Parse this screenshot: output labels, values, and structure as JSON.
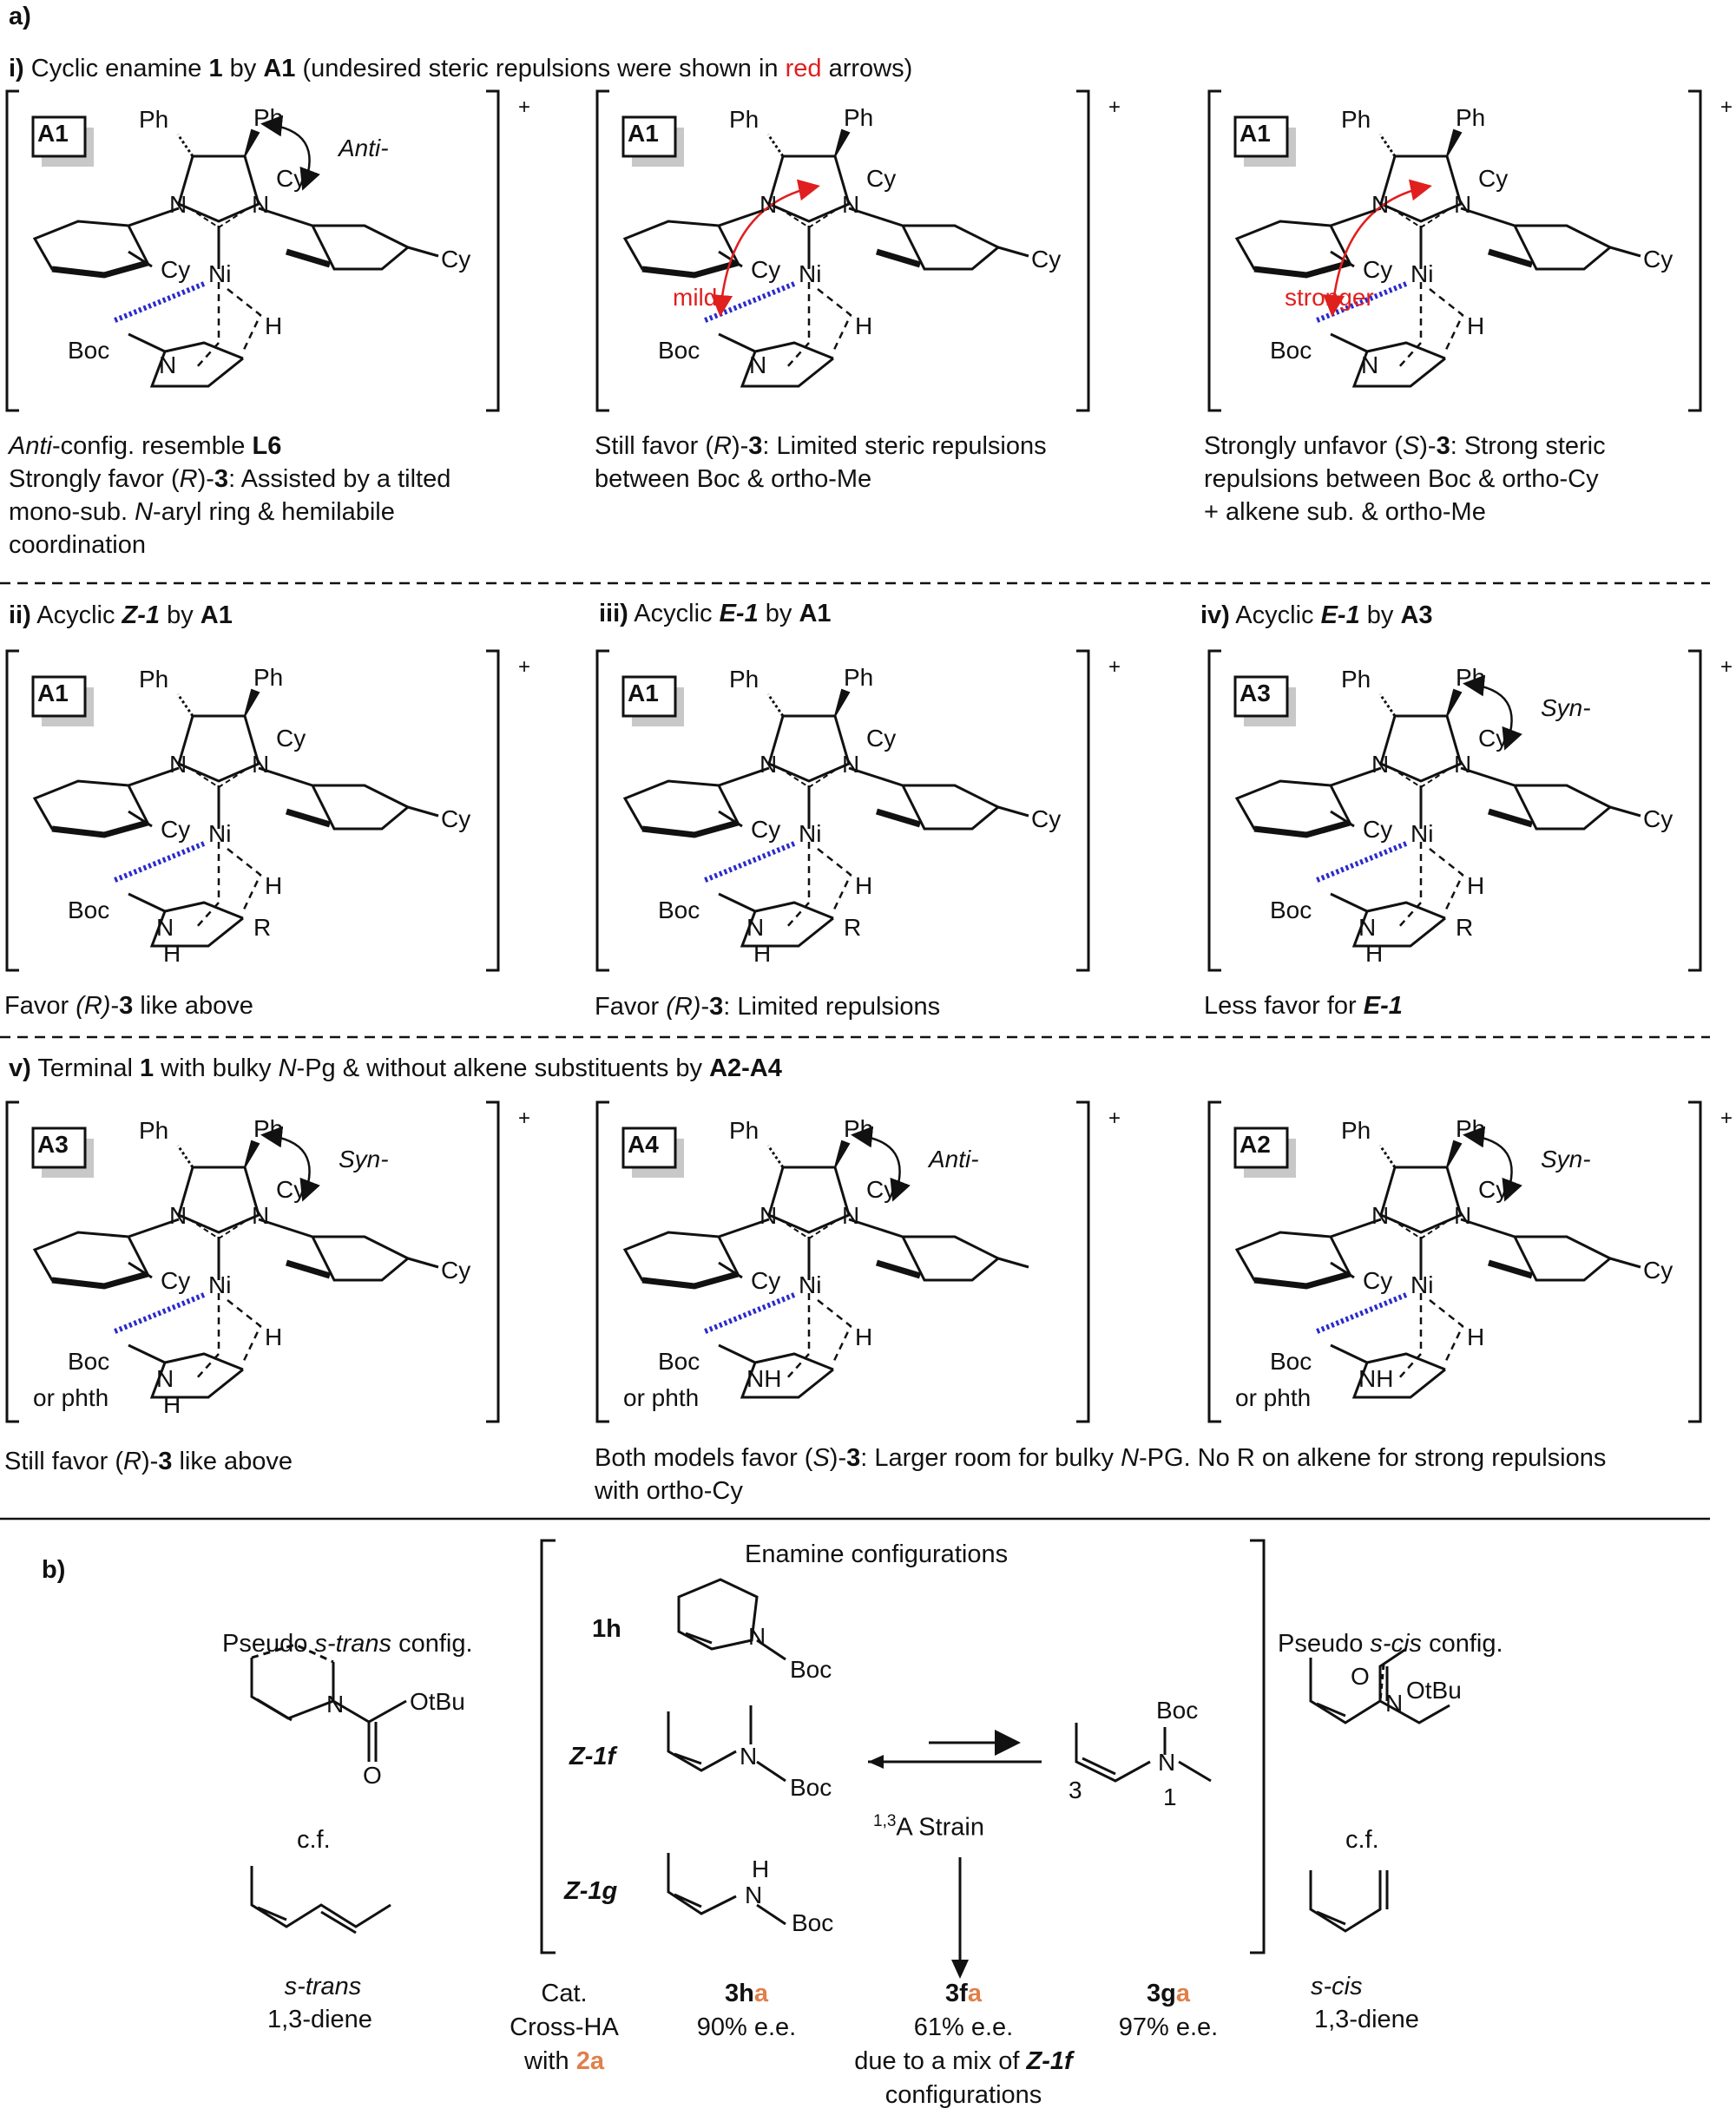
{
  "part_a": {
    "label": "a)",
    "section_i": {
      "num": "i)",
      "text_pre": " Cyclic enamine ",
      "b1": "1",
      "by": " by ",
      "a1": "A1",
      "text_mid": " (undesired steric repulsions were shown in ",
      "red_word": "red",
      "text_end": " arrows)"
    },
    "captions_i": [
      {
        "l1_it": "Anti",
        "l1_rest": "-config. resemble ",
        "l1_b": "L6",
        "l2": "Strongly favor (",
        "l2_it": "R",
        "l2_rest": ")-",
        "l2_b": "3",
        "l2_end": ": Assisted by a tilted",
        "l3_pre": "mono-sub. ",
        "l3_it": "N",
        "l3_rest": "-aryl ring & hemilabile",
        "l4": "coordination"
      },
      {
        "l1": "Still favor (",
        "l1_it": "R",
        "l1_rest": ")-",
        "l1_b": "3",
        "l1_end": ":  Limited steric repulsions",
        "l2": "between Boc & ortho-Me"
      },
      {
        "l1": "Strongly unfavor (",
        "l1_it": "S",
        "l1_rest": ")-",
        "l1_b": "3",
        "l1_end": ": Strong steric",
        "l2": "repulsions between Boc & ortho-Cy",
        "l3": "+ alkene sub. & ortho-Me"
      }
    ],
    "section_ii": {
      "num": "ii)",
      "text": " Acyclic ",
      "b": "Z-1",
      "by": " by ",
      "cat": "A1"
    },
    "section_iii": {
      "num": "iii)",
      "text": " Acyclic ",
      "b": "E-1",
      "by": " by ",
      "cat": "A1"
    },
    "section_iv": {
      "num": "iv)",
      "text": " Acyclic ",
      "b": "E-1",
      "by": " by ",
      "cat": "A3"
    },
    "captions_row2": [
      {
        "pre": "Favor ",
        "it": "(R)",
        "mid": "-",
        "b": "3",
        "end": " like above"
      },
      {
        "pre": "Favor ",
        "it": "(R)",
        "mid": "-",
        "b": "3",
        "end": ": Limited repulsions"
      },
      {
        "pre": "Less favor for ",
        "b": "E-1"
      }
    ],
    "section_v": {
      "num": "v)",
      "text": " Terminal ",
      "b": "1",
      "rest": " with bulky ",
      "it": "N",
      "rest2": "-Pg & without alkene substituents by ",
      "cat": "A2-A4"
    },
    "captions_row3": [
      {
        "pre": "Still favor (",
        "it": "R",
        "mid": ")-",
        "b": "3",
        "end": " like above"
      },
      {
        "l1": "Both models favor (",
        "l1_it": "S",
        "l1_mid": ")-",
        "l1_b": "3",
        "l1_rest": ": Larger room for bulky ",
        "l1_it2": "N",
        "l1_end": "-PG. No R on alkene for strong repulsions",
        "l2": "with ortho-Cy"
      }
    ],
    "panels": [
      {
        "cat": "A1",
        "ph1": "Ph",
        "ph2": "Ph",
        "n1": "N",
        "n2": "N",
        "ni": "Ni",
        "cy_a": "Cy",
        "cy_b": "Cy",
        "cy_c": "Cy",
        "boc": "Boc",
        "n3": "N",
        "h": "H",
        "note": "Anti-",
        "charge": "+"
      },
      {
        "cat": "A1",
        "ph1": "Ph",
        "ph2": "Ph",
        "n1": "N",
        "n2": "N",
        "ni": "Ni",
        "cy_a": "Cy",
        "cy_b": "Cy",
        "cy_c": "Cy",
        "boc": "Boc",
        "n3": "N",
        "h": "H",
        "note": "mild",
        "charge": "+"
      },
      {
        "cat": "A1",
        "ph1": "Ph",
        "ph2": "Ph",
        "n1": "N",
        "n2": "N",
        "ni": "Ni",
        "cy_a": "Cy",
        "cy_b": "Cy",
        "cy_c": "Cy",
        "boc": "Boc",
        "n3": "N",
        "h": "H",
        "note": "stronger",
        "charge": "+"
      },
      {
        "cat": "A1",
        "ph1": "Ph",
        "ph2": "Ph",
        "n1": "N",
        "n2": "N",
        "ni": "Ni",
        "cy_a": "Cy",
        "cy_b": "Cy",
        "cy_c": "Cy",
        "boc": "Boc",
        "nh": "N",
        "hh": "H",
        "h": "H",
        "r": "R",
        "charge": "+"
      },
      {
        "cat": "A1",
        "ph1": "Ph",
        "ph2": "Ph",
        "n1": "N",
        "n2": "N",
        "ni": "Ni",
        "cy_a": "Cy",
        "cy_b": "Cy",
        "cy_c": "Cy",
        "boc": "Boc",
        "nh": "N",
        "hh": "H",
        "h": "H",
        "r": "R",
        "charge": "+"
      },
      {
        "cat": "A3",
        "ph1": "Ph",
        "ph2": "Ph",
        "n1": "N",
        "n2": "N",
        "ni": "Ni",
        "cy_a": "Cy",
        "cy_b": "Cy",
        "cy_c": "Cy",
        "boc": "Boc",
        "nh": "N",
        "hh": "H",
        "h": "H",
        "r": "R",
        "note": "Syn-",
        "charge": "+"
      },
      {
        "cat": "A3",
        "ph1": "Ph",
        "ph2": "Ph",
        "n1": "N",
        "n2": "N",
        "ni": "Ni",
        "cy_a": "Cy",
        "cy_b": "Cy",
        "cy_c": "Cy",
        "boc": "Boc",
        "orphth": "or phth",
        "nh": "N",
        "hh": "H",
        "h": "H",
        "note": "Syn-",
        "charge": "+"
      },
      {
        "cat": "A4",
        "ph1": "Ph",
        "ph2": "Ph",
        "n1": "N",
        "n2": "N",
        "ni": "Ni",
        "cy_a": "Cy",
        "cy_b": "Cy",
        "boc": "Boc",
        "nh": "NH",
        "orphth": "or phth",
        "h": "H",
        "note": "Anti-",
        "charge": "+"
      },
      {
        "cat": "A2",
        "ph1": "Ph",
        "ph2": "Ph",
        "n1": "N",
        "n2": "N",
        "ni": "Ni",
        "cy_a": "Cy",
        "cy_b": "Cy",
        "cy_c": "Cy",
        "boc": "Boc",
        "nh": "NH",
        "orphth": "or phth",
        "h": "H",
        "note": "Syn-",
        "charge": "+"
      }
    ]
  },
  "part_b": {
    "label": "b)",
    "pseudo_trans": {
      "pre": "Pseudo ",
      "it": "s-trans",
      "end": " config."
    },
    "pseudo_cis": {
      "pre": "Pseudo ",
      "it": "s-cis",
      "end": " config."
    },
    "cf_left": "c.f.",
    "cf_right": "c.f.",
    "strans_it": "s-trans",
    "strans_2": "1,3-diene",
    "scis_it": "s-cis",
    "scis_2": "1,3-diene",
    "carbamate_n": "N",
    "carbamate_otbu": "OtBu",
    "carbamate_o": "O",
    "cis_o": "O",
    "cis_otbu": "OtBu",
    "cis_n": "N",
    "enamine_title": "Enamine configurations",
    "row_1h": "1h",
    "row_z1f": "Z-1f",
    "row_z1g": "Z-1g",
    "n_1h": "N",
    "boc_1h": "Boc",
    "n_1f": "N",
    "boc_1f": "Boc",
    "n_1g": "N",
    "h_1g": "H",
    "boc_1g": "Boc",
    "right_boc": "Boc",
    "right_n": "N",
    "right_3": "3",
    "right_1": "1",
    "strain_sup": "1,3",
    "strain": "A Strain",
    "cat_lines": [
      "Cat.",
      "Cross-HA",
      "with "
    ],
    "cat_2a": "2a",
    "p3h_b": "3h",
    "p3h_o": "a",
    "p3h_ee": "90% e.e.",
    "p3f_b": "3f",
    "p3f_o": "a",
    "p3f_ee": "61% e.e.",
    "p3f_l3": "due to a mix of ",
    "p3f_l3b": "Z-1f",
    "p3f_l4": "configurations",
    "p3g_b": "3g",
    "p3g_o": "a",
    "p3g_ee": "97% e.e."
  }
}
